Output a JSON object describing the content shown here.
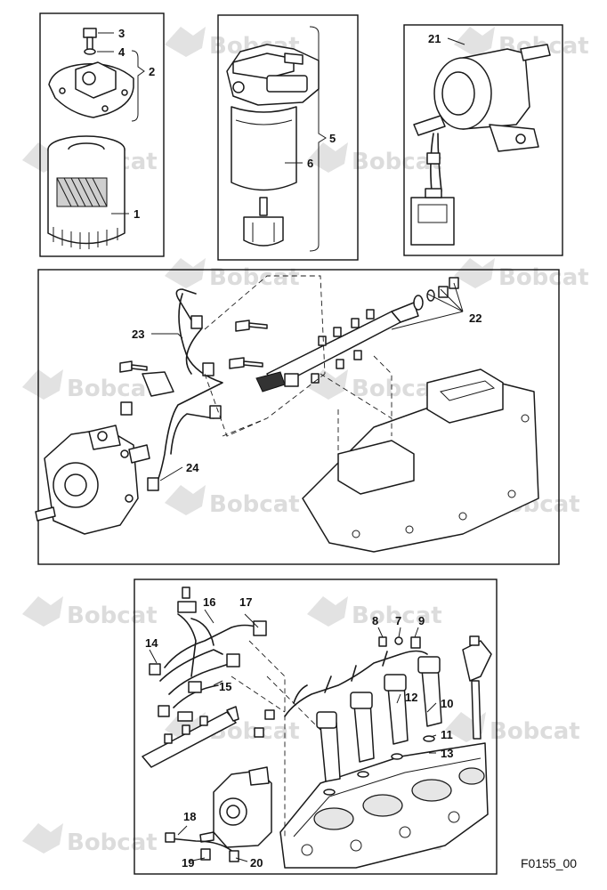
{
  "watermark_text": "Bobcat",
  "figure_code": "F0155_00",
  "callouts": [
    "1",
    "2",
    "3",
    "4",
    "5",
    "6",
    "21",
    "22",
    "23",
    "24",
    "7",
    "8",
    "9",
    "10",
    "11",
    "12",
    "13",
    "14",
    "15",
    "16",
    "17",
    "18",
    "19",
    "20"
  ]
}
